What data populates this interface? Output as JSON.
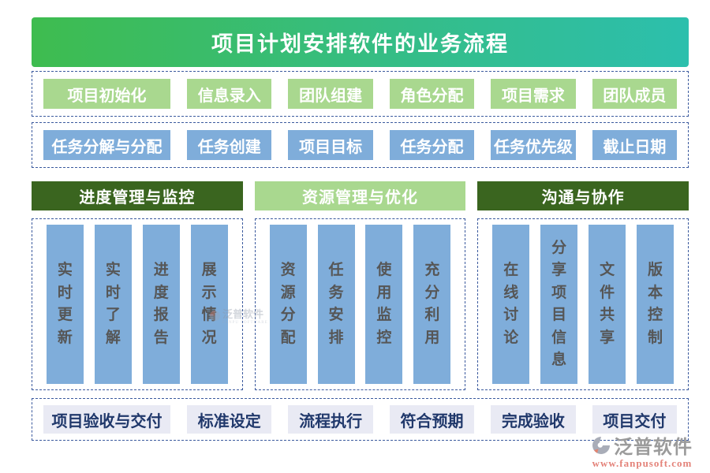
{
  "title": "项目计划安排软件的业务流程",
  "row_init": {
    "items": [
      "项目初始化",
      "信息录入",
      "团队组建",
      "角色分配",
      "项目需求",
      "团队成员"
    ]
  },
  "row_tasks": {
    "items": [
      "任务分解与分配",
      "任务创建",
      "项目目标",
      "任务分配",
      "任务优先级",
      "截止日期"
    ]
  },
  "columns": [
    {
      "header": "进度管理与监控",
      "style": "dark",
      "bars": [
        "实时更新",
        "实时了解",
        "进度报告",
        "展示情况"
      ]
    },
    {
      "header": "资源管理与优化",
      "style": "light",
      "bars": [
        "资源分配",
        "任务安排",
        "使用监控",
        "充分利用"
      ]
    },
    {
      "header": "沟通与协作",
      "style": "dark",
      "bars": [
        "在线讨论",
        "分享项目信息",
        "文件共享",
        "版本控制"
      ]
    }
  ],
  "row_delivery": {
    "items": [
      "项目验收与交付",
      "标准设定",
      "流程执行",
      "符合预期",
      "完成验收",
      "项目交付"
    ]
  },
  "watermark": {
    "name": "泛普软件",
    "sub": "FANPU SOFTWARE"
  },
  "branding": {
    "name": "泛普软件",
    "url": "www.fanpusoft.com"
  },
  "colors": {
    "title_gradient_start": "#3ebc4f",
    "title_gradient_end": "#2cbfad",
    "stage_green": "#a9d88f",
    "stage_blue": "#7fadda",
    "header_dark_green": "#3a651f",
    "header_light_green": "#a9d88f",
    "delivery_bg": "#e9eaf4",
    "delivery_text": "#20386b",
    "dashed_border": "#3b5a9e",
    "bar_text": "#565656",
    "brand_url_color": "#e4837a"
  }
}
